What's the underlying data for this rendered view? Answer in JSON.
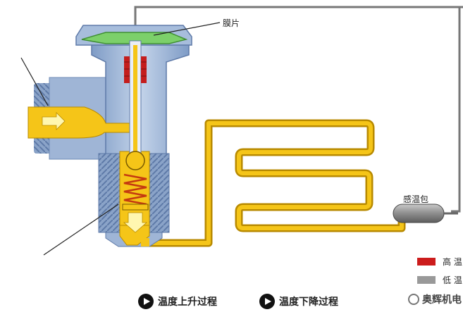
{
  "labels": {
    "diaphragm": "膜片",
    "sensing_bulb": "感温包"
  },
  "legend": [
    {
      "label": "高 温",
      "color": "#cc1c1c"
    },
    {
      "label": "低 温",
      "color": "#999999"
    }
  ],
  "controls": {
    "rise": "温度上升过程",
    "fall": "温度下降过程"
  },
  "watermark": "奥辉机电",
  "colors": {
    "refrigerant": "#f5c518",
    "tube_outline": "#b88a00",
    "valve_body": "#98b2d4",
    "diaphragm": "#7cd06a",
    "capillary": "#777777"
  }
}
